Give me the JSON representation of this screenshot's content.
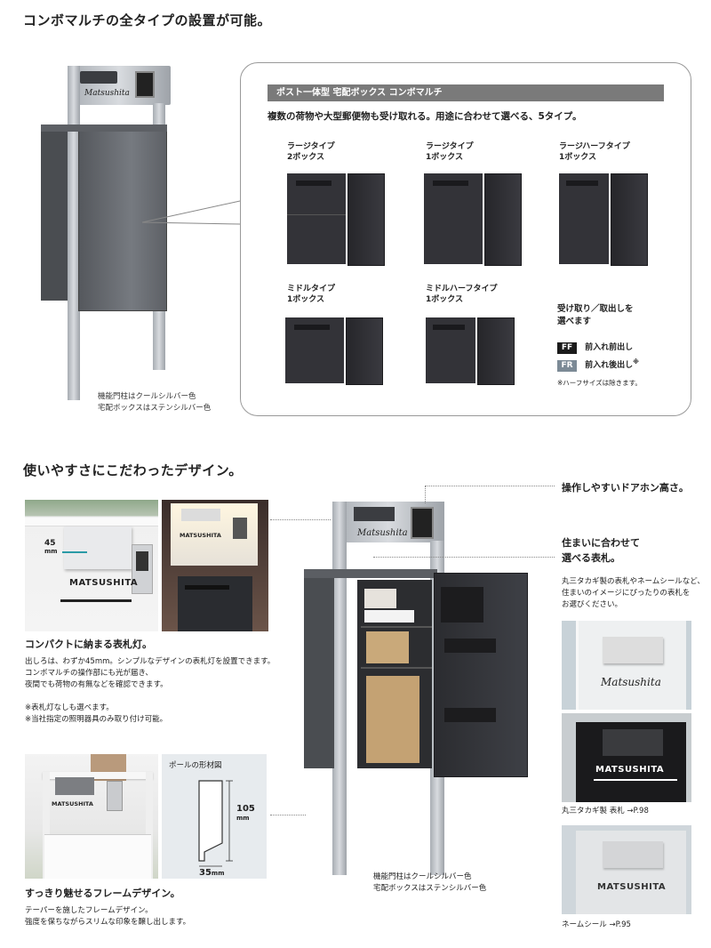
{
  "section1": {
    "heading": "コンボマルチの全タイプの設置が可能。",
    "caption_line1": "機能門柱はクールシルバー色",
    "caption_line2": "宅配ボックスはステンシルバー色",
    "post_logo": "Matsushita",
    "panel": {
      "bar_title": "ポスト一体型 宅配ボックス コンボマルチ",
      "subtitle": "複数の荷物や大型郵便物も受け取れる。用途に合わせて選べる、5タイプ。",
      "types": [
        {
          "line1": "ラージタイプ",
          "line2": "2ボックス"
        },
        {
          "line1": "ラージタイプ",
          "line2": "1ボックス"
        },
        {
          "line1": "ラージハーフタイプ",
          "line2": "1ボックス"
        },
        {
          "line1": "ミドルタイプ",
          "line2": "1ボックス"
        },
        {
          "line1": "ミドルハーフタイプ",
          "line2": "1ボックス"
        }
      ],
      "option_title_line1": "受け取り／取出しを",
      "option_title_line2": "選べます",
      "options": [
        {
          "badge": "FF",
          "badge_color": "#1a1a1a",
          "label": "前入れ前出し",
          "mark": ""
        },
        {
          "badge": "FR",
          "badge_color": "#7c8a96",
          "label": "前入れ後出し",
          "mark": "※"
        }
      ],
      "note": "※ハーフサイズは除きます。"
    }
  },
  "section2": {
    "heading": "使いやすさにこだわったデザイン。",
    "lamp": {
      "dim_value": "45",
      "dim_unit": "mm",
      "plate_text": "MATSUSHITA",
      "photo2_plate": "MATSUSHITA",
      "title": "コンパクトに納まる表札灯。",
      "body_line1": "出しろは、わずか45mm。シンプルなデザインの表札灯を設置できます。",
      "body_line2": "コンボマルチの操作部にも光が届き、",
      "body_line3": "夜間でも荷物の有無などを確認できます。",
      "note1": "※表札灯なしも選べます。",
      "note2": "※当社指定の照明器具のみ取り付け可能。"
    },
    "frame": {
      "diagram_title": "ポールの形材図",
      "dim_height": "105",
      "dim_height_unit": "mm",
      "dim_width": "35",
      "dim_width_unit": "mm",
      "photo_plate": "MATSUSHITA",
      "title": "すっきり魅せるフレームデザイン。",
      "body_line1": "テーパーを施したフレームデザイン。",
      "body_line2": "強度を保ちながらスリムな印象を醸し出します。"
    },
    "center": {
      "logo": "Matsushita",
      "caption_line1": "機能門柱はクールシルバー色",
      "caption_line2": "宅配ボックスはステンシルバー色"
    },
    "right": {
      "callout1": "操作しやすいドアホン高さ。",
      "callout2_line1": "住まいに合わせて",
      "callout2_line2": "選べる表札。",
      "body_line1": "丸三タカギ製の表札やネームシールなど、",
      "body_line2": "住まいのイメージにぴったりの表札を",
      "body_line3": "お選びください。",
      "sample1_text": "Matsushita",
      "sample2_text": "MATSUSHITA",
      "caption_takagi": "丸三タカギ製 表札 →P.98",
      "sample3_text": "MATSUSHITA",
      "caption_seal": "ネームシール →P.95"
    }
  }
}
